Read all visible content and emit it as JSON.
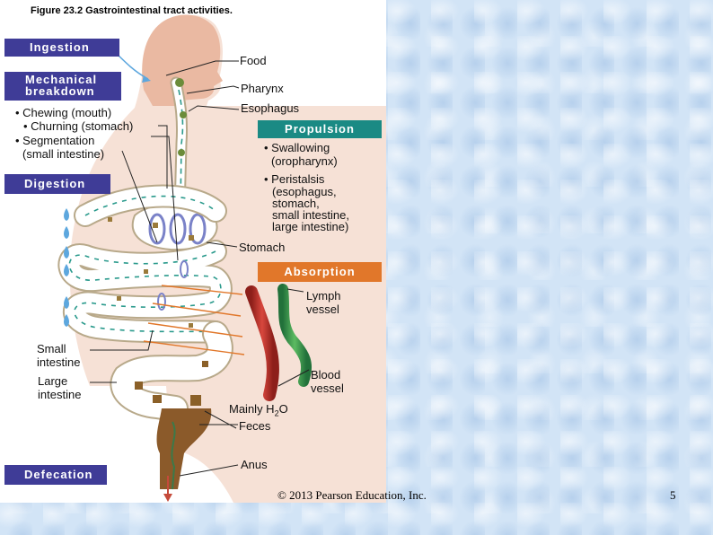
{
  "caption": "Figure 23.2 Gastrointestinal tract activities.",
  "processes": {
    "ingestion": "Ingestion",
    "mechanical_line1": "Mechanical",
    "mechanical_line2": "breakdown",
    "digestion": "Digestion",
    "propulsion": "Propulsion",
    "absorption": "Absorption",
    "defecation": "Defecation"
  },
  "mechanical_items": [
    "• Chewing (mouth)",
    "• Churning (stomach)",
    "• Segmentation",
    "(small intestine)"
  ],
  "propulsion_items": [
    "• Swallowing",
    "(oropharynx)",
    "• Peristalsis",
    "(esophagus,",
    "stomach,",
    "small intestine,",
    "large intestine)"
  ],
  "labels": {
    "food": "Food",
    "pharynx": "Pharynx",
    "esophagus": "Esophagus",
    "stomach": "Stomach",
    "lymph_line1": "Lymph",
    "lymph_line2": "vessel",
    "small_int_line1": "Small",
    "small_int_line2": "intestine",
    "large_int_line1": "Large",
    "large_int_line2": "intestine",
    "blood_line1": "Blood",
    "blood_line2": "vessel",
    "water_prefix": "Mainly H",
    "water_sub": "2",
    "water_suffix": "O",
    "feces": "Feces",
    "anus": "Anus"
  },
  "copyright": "© 2013 Pearson Education, Inc.",
  "page_number": "5",
  "colors": {
    "process_blue": "#3f3c97",
    "propulsion_teal": "#1a8a84",
    "absorption_orange": "#e1772a",
    "skin": "#efc8b4",
    "tract_fill": "#ffffff",
    "tract_outline": "#b8a98a",
    "blood_vessel": "#c0332b",
    "lymph_vessel": "#3b9a4a",
    "feces_brown": "#7a5628"
  }
}
